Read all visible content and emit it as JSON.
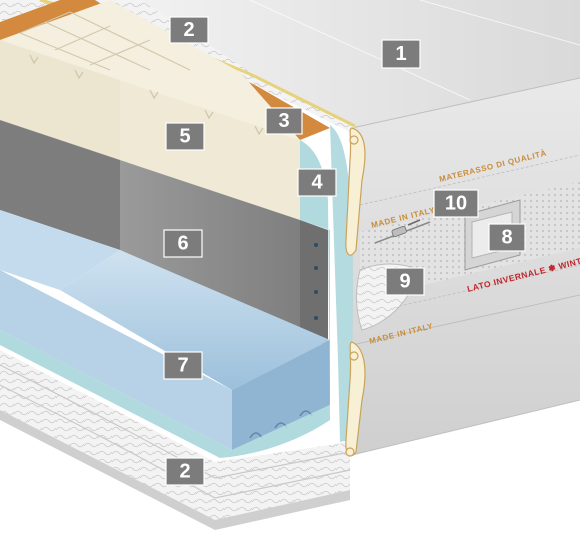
{
  "badges": [
    {
      "id": "1",
      "label": "1"
    },
    {
      "id": "2-top",
      "label": "2"
    },
    {
      "id": "3",
      "label": "3"
    },
    {
      "id": "4",
      "label": "4"
    },
    {
      "id": "5",
      "label": "5"
    },
    {
      "id": "6",
      "label": "6"
    },
    {
      "id": "7",
      "label": "7"
    },
    {
      "id": "8",
      "label": "8"
    },
    {
      "id": "9",
      "label": "9"
    },
    {
      "id": "10",
      "label": "10"
    },
    {
      "id": "2-bottom",
      "label": "2"
    }
  ],
  "fabric_prints": {
    "made_in_italy_upper": "MADE IN ITALY",
    "materasso_di_qualita": "MATERASSO DI QUALITÀ",
    "made_in_italy_lower": "MADE IN ITALY"
  },
  "side_label": {
    "text": "LATO INVERNALE ✽ WINTER"
  },
  "colors": {
    "comfort_layer": "#efe9d6",
    "support_core": "#8c8c8c",
    "base_foam": "#b7d2e6",
    "wrap_film": "#a7d6da",
    "felt_pad": "#d38a3e",
    "cover": "#e6e6e6",
    "badge": "#7c7c7c"
  }
}
